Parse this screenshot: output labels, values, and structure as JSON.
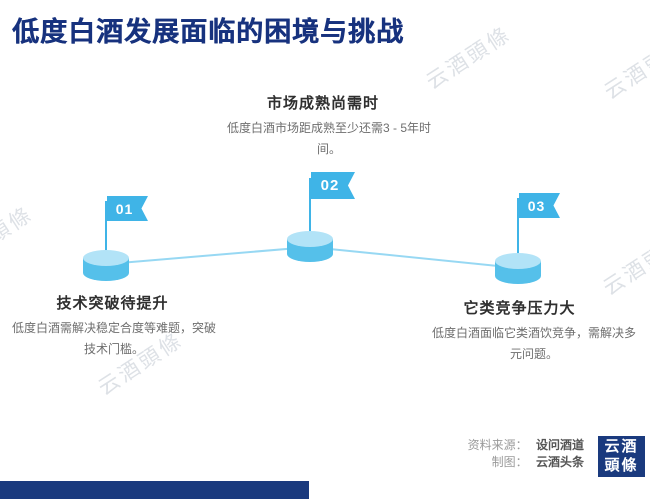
{
  "title": "低度白酒发展面临的困境与挑战",
  "watermark": {
    "text": "云酒頭條"
  },
  "milestones": [
    {
      "number": "01",
      "heading": "技术突破待提升",
      "description": "低度白酒需解决稳定合度等难题，突破技术门槛。"
    },
    {
      "number": "02",
      "heading": "市场成熟尚需时",
      "description": "低度白酒市场距成熟至少还需3 - 5年时间。"
    },
    {
      "number": "03",
      "heading": "它类竞争压力大",
      "description": "低度白酒面临它类酒饮竞争，需解决多元问题。"
    }
  ],
  "footer": {
    "source_label": "资料来源：",
    "source_value": "设问酒道",
    "credit_label": "制图：",
    "credit_value": "云酒头条",
    "logo_top": "云酒",
    "logo_bottom": "頭條"
  },
  "colors": {
    "accent_blue": "#3fb4e7",
    "cylinder_blue": "#55c0ea",
    "navy": "#1a3a7e",
    "title_blue": "#17327e"
  }
}
